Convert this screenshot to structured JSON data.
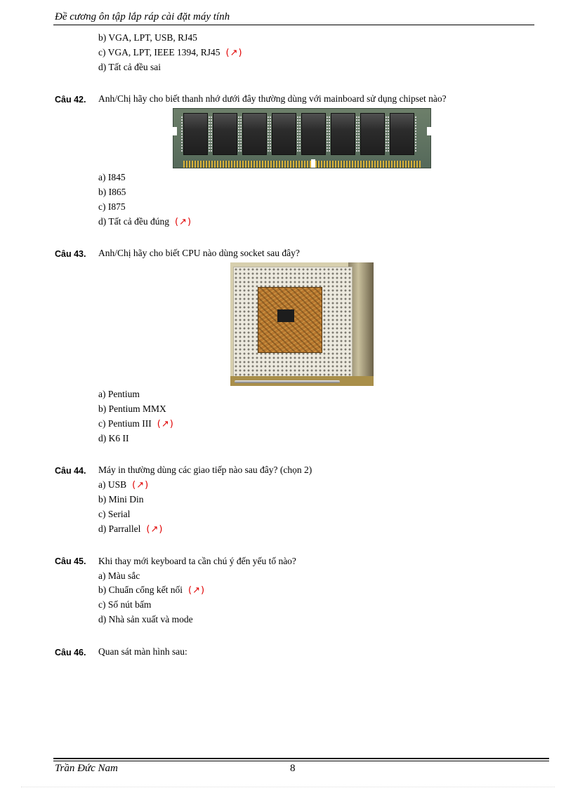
{
  "header": {
    "title": "Đề cương ôn tập lắp ráp cài đặt máy tính"
  },
  "prev_options": [
    {
      "text": "b) VGA,  LPT, USB, RJ45",
      "correct": false
    },
    {
      "text": "c) VGA,  LPT, IEEE 1394,  RJ45",
      "correct": true
    },
    {
      "text": "d) Tất cả đều sai",
      "correct": false
    }
  ],
  "correct_mark": {
    "symbol": "↗",
    "color": "#e00000"
  },
  "questions": [
    {
      "label": "Câu 42.",
      "text": "Anh/Chị hãy cho biết thanh nhớ dưới đây thường dùng với mainboard  sử dụng chipset nào?",
      "image": "ram-module-image",
      "options": [
        {
          "text": "a) I845",
          "correct": false
        },
        {
          "text": "b) I865",
          "correct": false
        },
        {
          "text": "c) I875",
          "correct": false
        },
        {
          "text": "d) Tất cả đều đúng",
          "correct": true
        }
      ]
    },
    {
      "label": "Câu 43.",
      "text": "Anh/Chị hãy cho biết CPU nào dùng socket sau đây?",
      "image": "cpu-socket-image",
      "options": [
        {
          "text": "a) Pentium",
          "correct": false
        },
        {
          "text": "b) Pentium  MMX",
          "correct": false
        },
        {
          "text": "c) Pentium  III",
          "correct": true
        },
        {
          "text": "d) K6  II",
          "correct": false
        }
      ]
    },
    {
      "label": "Câu 44.",
      "text": "Máy in thường dùng các giao tiếp nào sau đây? (chọn 2)",
      "options": [
        {
          "text": "a) USB",
          "correct": true
        },
        {
          "text": "b) Mini  Din",
          "correct": false
        },
        {
          "text": "c) Serial",
          "correct": false
        },
        {
          "text": "d) Parrallel",
          "correct": true
        }
      ]
    },
    {
      "label": "Câu 45.",
      "text": "Khi thay mới keyboard ta cần chú ý đến yếu tố nào?",
      "options": [
        {
          "text": "a) Màu sắc",
          "correct": false
        },
        {
          "text": "b) Chuẩn cổng kết nối",
          "correct": true
        },
        {
          "text": "c) Số nút bấm",
          "correct": false
        },
        {
          "text": "d) Nhà sản xuất và mode",
          "correct": false
        }
      ]
    },
    {
      "label": "Câu 46.",
      "text": "Quan sát màn hình  sau:",
      "options": []
    }
  ],
  "footer": {
    "author": "Trần Đức Nam",
    "page_number": "8"
  }
}
